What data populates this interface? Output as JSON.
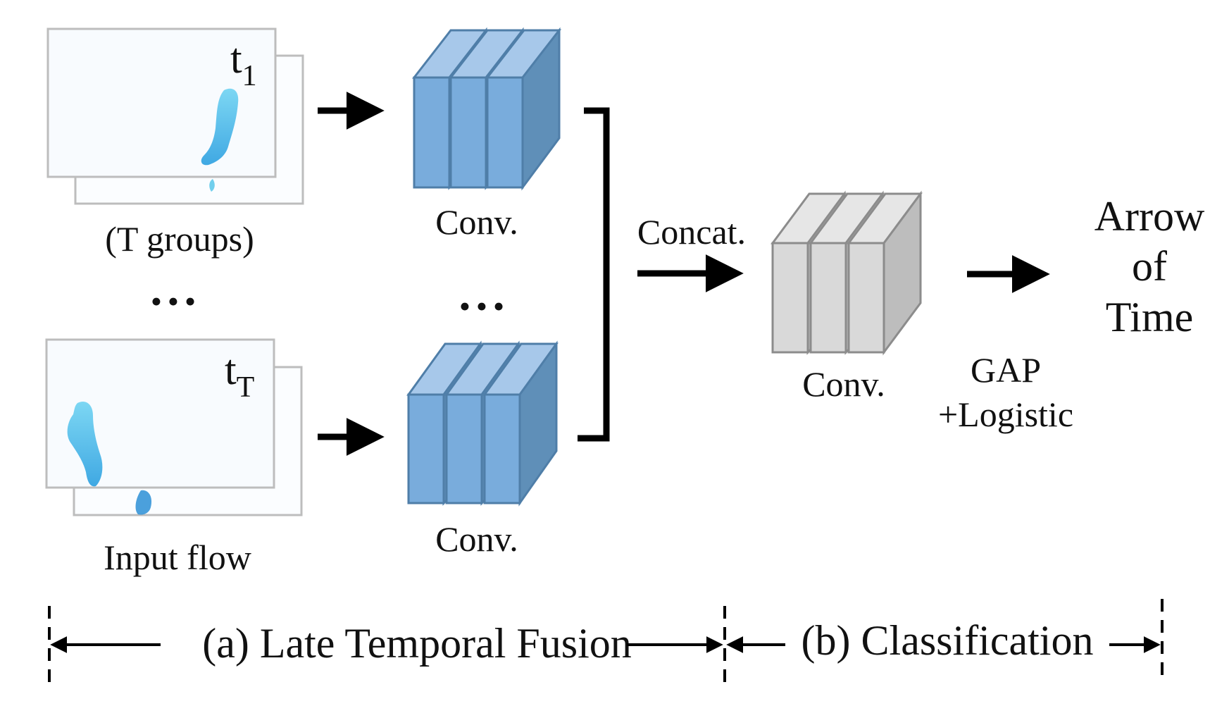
{
  "inputs": {
    "top": {
      "label_main": "t",
      "label_sub": "1",
      "caption": "(T groups)"
    },
    "bottom": {
      "label_main": "t",
      "label_sub": "T",
      "caption": "Input flow"
    },
    "ellipsis": "•••"
  },
  "conv_branches": {
    "top_label": "Conv.",
    "bottom_label": "Conv.",
    "ellipsis": "•••"
  },
  "concat_label": "Concat.",
  "classifier": {
    "conv_label": "Conv.",
    "gap_label_line1": "GAP",
    "gap_label_line2": "+Logistic"
  },
  "output": {
    "line1": "Arrow",
    "line2": "of",
    "line3": "Time"
  },
  "sections": {
    "a": "(a) Late Temporal Fusion",
    "b": "(b) Classification"
  },
  "colors": {
    "conv_blue_front": "#79acdc",
    "conv_blue_top": "#a7c8ea",
    "conv_blue_side": "#5f8fb8",
    "conv_blue_stroke": "#4f7ea8",
    "conv_gray_front": "#d9d9d9",
    "conv_gray_top": "#e6e6e6",
    "conv_gray_side": "#bdbdbd",
    "conv_gray_stroke": "#8c8c8c",
    "frame_border": "#bdbdbd",
    "flow_cyan": "#4fc3e8",
    "flow_blue": "#2b8fd6"
  }
}
